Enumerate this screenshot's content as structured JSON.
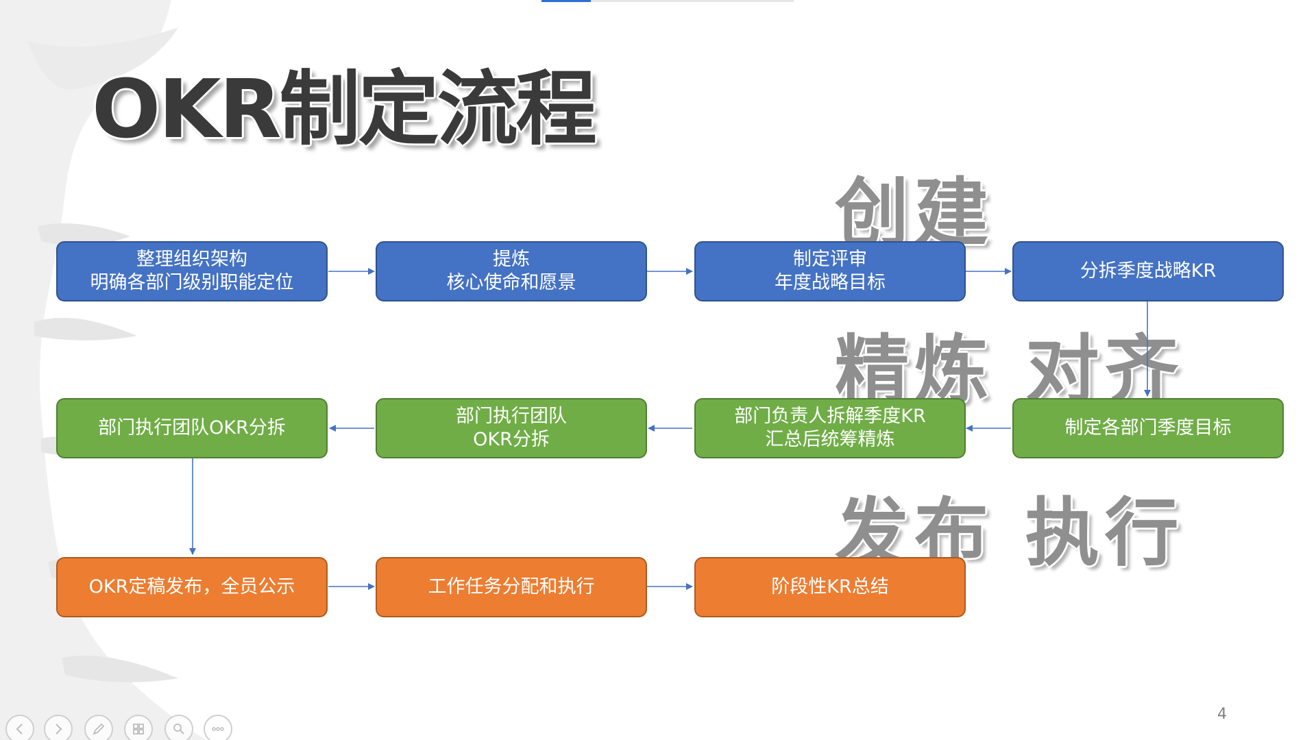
{
  "title": "OKR制定流程",
  "stages": {
    "create": "创建",
    "refine_align": "精炼 对齐",
    "publish_execute": "发布 执行"
  },
  "steps": {
    "row1": [
      {
        "lines": [
          "整理组织架构",
          "明确各部门级别职能定位"
        ]
      },
      {
        "lines": [
          "提炼",
          "核心使命和愿景"
        ]
      },
      {
        "lines": [
          "制定评审",
          "年度战略目标"
        ]
      },
      {
        "lines": [
          "分拆季度战略KR"
        ]
      }
    ],
    "row2": [
      {
        "lines": [
          "部门执行团队OKR分拆"
        ]
      },
      {
        "lines": [
          "部门执行团队",
          "OKR分拆"
        ]
      },
      {
        "lines": [
          "部门负责人拆解季度KR",
          "汇总后统筹精炼"
        ]
      },
      {
        "lines": [
          "制定各部门季度目标"
        ]
      }
    ],
    "row3": [
      {
        "lines": [
          "OKR定稿发布，全员公示"
        ]
      },
      {
        "lines": [
          "工作任务分配和执行"
        ]
      },
      {
        "lines": [
          "阶段性KR总结"
        ]
      }
    ]
  },
  "colors": {
    "stage1": "#4472c4",
    "stage2": "#70ad47",
    "stage3": "#ed7d31",
    "connector": "#4472c4"
  },
  "page_number": "4",
  "nav_controls": [
    {
      "icon": "previous-icon"
    },
    {
      "icon": "next-icon"
    },
    {
      "icon": "pen-icon"
    },
    {
      "icon": "slides-grid-icon"
    },
    {
      "icon": "zoom-icon"
    },
    {
      "icon": "more-icon"
    }
  ]
}
